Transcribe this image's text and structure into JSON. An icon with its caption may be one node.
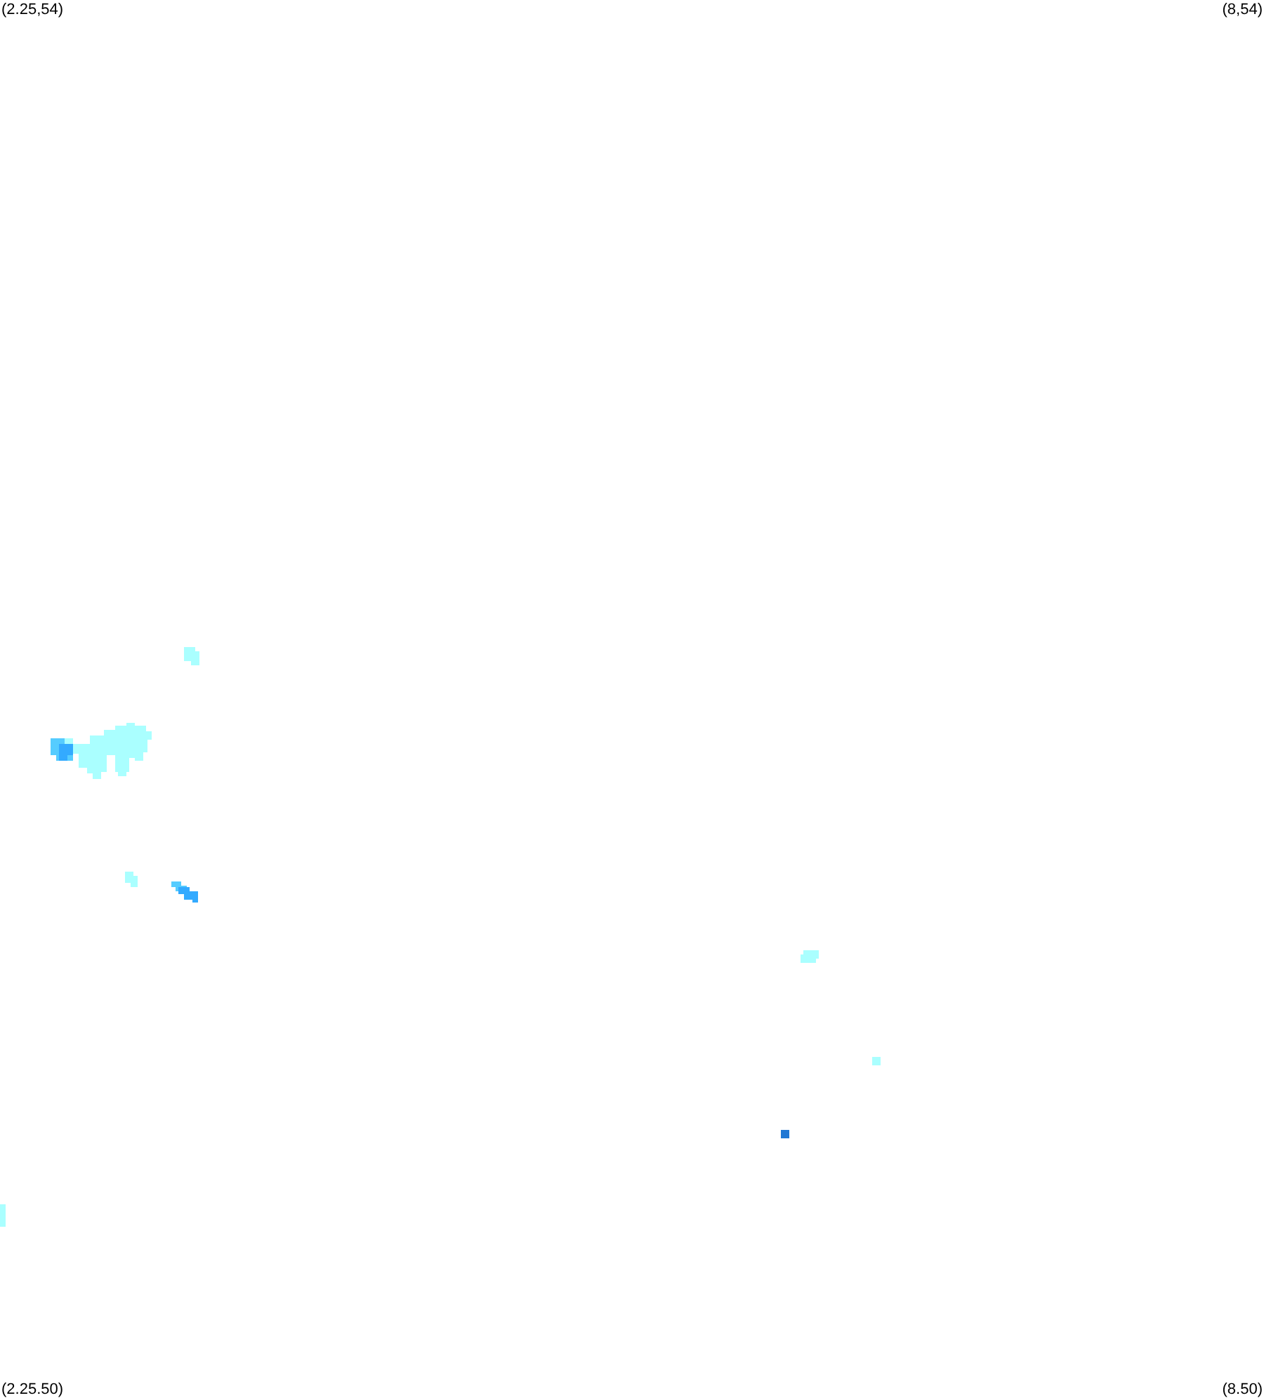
{
  "diagram": {
    "labels": [
      "(2.25,54)",
      "(8,54)",
      "(2.25.50)",
      "(8.50)"
    ]
  }
}
